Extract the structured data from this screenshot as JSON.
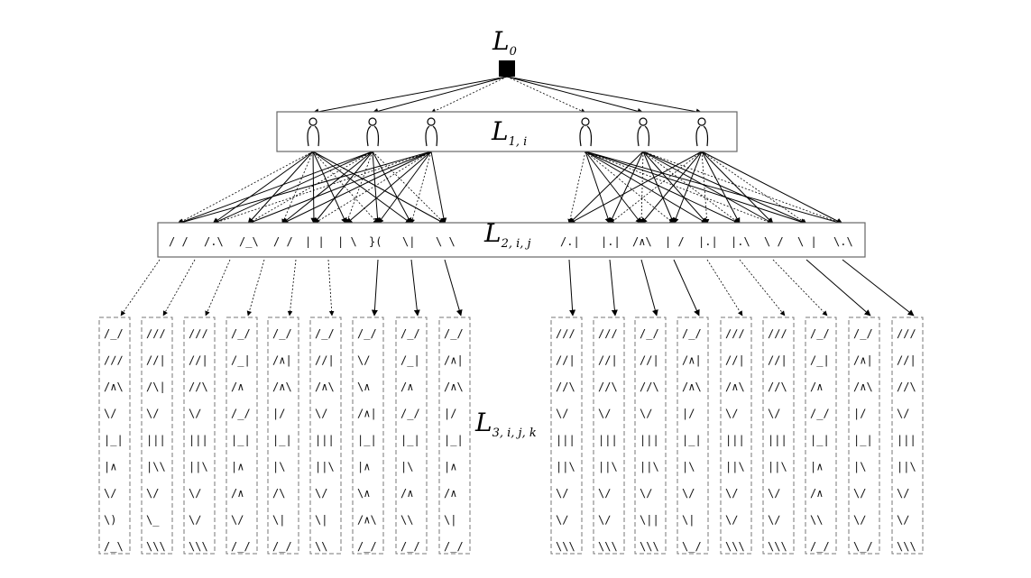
{
  "labels": {
    "L0": {
      "main": "L",
      "sub": "0"
    },
    "L1": {
      "main": "L",
      "sub": "1, i"
    },
    "L2": {
      "main": "L",
      "sub": "2, i, j"
    },
    "L3": {
      "main": "L",
      "sub": "3, i, j, k"
    }
  },
  "level2_parts": [
    "/ /",
    "/.\\",
    "/_\\",
    "/ /",
    "| |",
    "| \\",
    "}(",
    "\\|",
    "\\ \\",
    "/.|",
    "|.|",
    "/∧\\",
    "| /",
    "|.|",
    "|.\\",
    "\\ /",
    "\\ |",
    "\\.\\"
  ],
  "level3_columns": [
    [
      "/_/",
      "∕∕∕",
      "/∧\\",
      "\\/",
      "|_|",
      "|∧",
      "\\∕",
      "\\)",
      "/_\\"
    ],
    [
      "∕∕∕",
      "//|",
      "/\\|",
      "\\/",
      "|||",
      "|\\\\",
      "\\/",
      "\\_",
      "\\\\\\"
    ],
    [
      "∕∕∕",
      "//|",
      "//\\",
      "\\∕",
      "|||",
      "||\\",
      "\\∕",
      "\\∕",
      "\\\\\\"
    ],
    [
      "/_/",
      "/_|",
      "/∧",
      "/_/",
      "|_|",
      "|∧",
      "/∧",
      "\\/",
      "/_/"
    ],
    [
      "/_/",
      "/∧|",
      "/∧\\",
      "|/",
      "|_|",
      "|\\",
      "/\\",
      "\\|",
      "/_/"
    ],
    [
      "/_/",
      "//|",
      "/∧\\",
      "\\/",
      "|||",
      "||\\",
      "\\/",
      "\\|",
      "\\\\"
    ],
    [
      "/_/",
      "\\/",
      "\\∧",
      "/∧|",
      "|_|",
      "|∧",
      "\\∧",
      "/∧\\",
      "/_/"
    ],
    [
      "/_/",
      "/_|",
      "/∧",
      "/_/",
      "|_|",
      "|\\",
      "/∧",
      "\\\\",
      "/_/"
    ],
    [
      "/_/",
      "/∧|",
      "/∧\\",
      "|/",
      "|_|",
      "|∧",
      "/∧",
      "\\|",
      "/_/"
    ],
    [
      "∕∕∕",
      "//|",
      "//\\",
      "\\/",
      "|||",
      "||\\",
      "\\/",
      "\\∕",
      "\\\\\\"
    ],
    [
      "∕∕∕",
      "//|",
      "//\\",
      "\\∕",
      "|||",
      "||\\",
      "\\∕",
      "\\∕",
      "\\\\\\"
    ],
    [
      "/_/",
      "//|",
      "//\\",
      "\\∕",
      "|||",
      "||\\",
      "\\∕",
      "\\||",
      "\\\\\\"
    ],
    [
      "/_/",
      "/∧|",
      "/∧\\",
      "|/",
      "|_|",
      "|\\",
      "\\/",
      "\\|",
      "\\_/"
    ],
    [
      "∕∕∕",
      "//|",
      "/∧\\",
      "\\∕",
      "|||",
      "||\\",
      "\\/",
      "\\∕",
      "\\\\\\"
    ],
    [
      "∕∕∕",
      "//|",
      "//\\",
      "\\/",
      "|||",
      "||\\",
      "\\∕",
      "\\∕",
      "\\\\\\"
    ],
    [
      "/_/",
      "/_|",
      "/∧",
      "/_/",
      "|_|",
      "|∧",
      "/∧",
      "\\\\",
      "/_/"
    ],
    [
      "/_/",
      "/∧|",
      "/∧\\",
      "|/",
      "|_|",
      "|\\",
      "\\/",
      "\\∕",
      "\\_/"
    ],
    [
      "∕∕∕",
      "//|",
      "//\\",
      "\\/",
      "|||",
      "||\\",
      "\\/",
      "\\∕",
      "\\\\\\"
    ]
  ]
}
